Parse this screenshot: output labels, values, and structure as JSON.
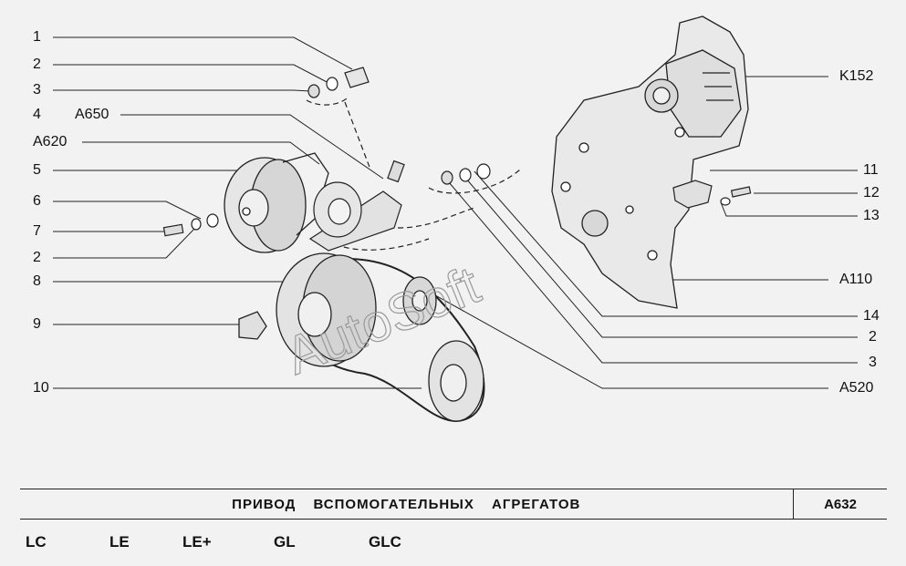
{
  "callouts_left": [
    {
      "id": "c1",
      "text": "1"
    },
    {
      "id": "c2a",
      "text": "2"
    },
    {
      "id": "c3a",
      "text": "3"
    },
    {
      "id": "c4",
      "text": "4"
    },
    {
      "id": "cA650",
      "text": "A650"
    },
    {
      "id": "cA620",
      "text": "A620"
    },
    {
      "id": "c5",
      "text": "5"
    },
    {
      "id": "c6",
      "text": "6"
    },
    {
      "id": "c7",
      "text": "7"
    },
    {
      "id": "c2b",
      "text": "2"
    },
    {
      "id": "c8",
      "text": "8"
    },
    {
      "id": "c9",
      "text": "9"
    },
    {
      "id": "c10",
      "text": "10"
    }
  ],
  "callouts_right": [
    {
      "id": "cK152",
      "text": "K152"
    },
    {
      "id": "c11",
      "text": "11"
    },
    {
      "id": "c12",
      "text": "12"
    },
    {
      "id": "c13",
      "text": "13"
    },
    {
      "id": "cA110",
      "text": "A110"
    },
    {
      "id": "c14",
      "text": "14"
    },
    {
      "id": "c2c",
      "text": "2"
    },
    {
      "id": "c3b",
      "text": "3"
    },
    {
      "id": "cA520",
      "text": "A520"
    }
  ],
  "title": {
    "text": "ПРИВОД ВСПОМОГАТЕЛЬНЫХ АГРЕГАТОВ",
    "code": "A632"
  },
  "variants": [
    "LC",
    "LE",
    "LE+",
    "GL",
    "GLC"
  ],
  "watermark": "AutoSoft",
  "colors": {
    "background": "#f2f2f2",
    "ink": "#111111",
    "watermark": "#9a9a9a"
  }
}
